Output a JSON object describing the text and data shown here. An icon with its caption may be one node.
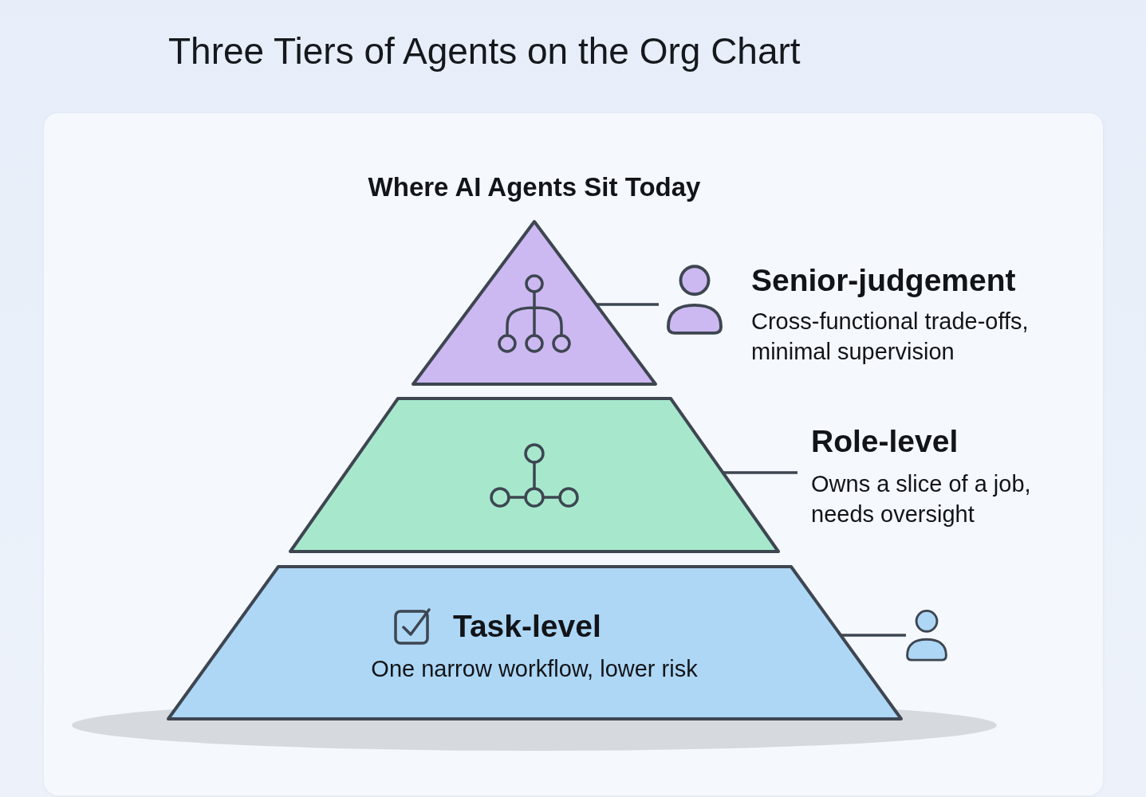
{
  "diagram": {
    "title": "Three Tiers of Agents on the Org Chart",
    "nodes": [
      {
        "text": [
          "Where AI Agents Sit Today"
        ]
      },
      {
        "text": [],
        "shape": "triangle",
        "in": 0
      },
      {
        "text": [
          "Senior-judgement",
          "Cross-functional trade-offs, minimal supervision"
        ],
        "in": 0
      },
      {
        "text": [],
        "shape": "trapezoid",
        "in": 0
      },
      {
        "text": [
          "Role-level",
          "Owns a slice of a job, needs oversight"
        ],
        "in": 0
      },
      {
        "text": [
          "Task-level",
          "One narrow workflow, lower risk"
        ],
        "in": 0
      },
      {
        "text": [],
        "shape": "person",
        "in": 0
      }
    ],
    "edges": [
      {
        "from": 2,
        "to": 1,
        "arrow": "none"
      },
      {
        "from": 4,
        "to": 3,
        "arrow": "none"
      },
      {
        "from": 6,
        "to": 5,
        "arrow": "none"
      }
    ]
  }
}
